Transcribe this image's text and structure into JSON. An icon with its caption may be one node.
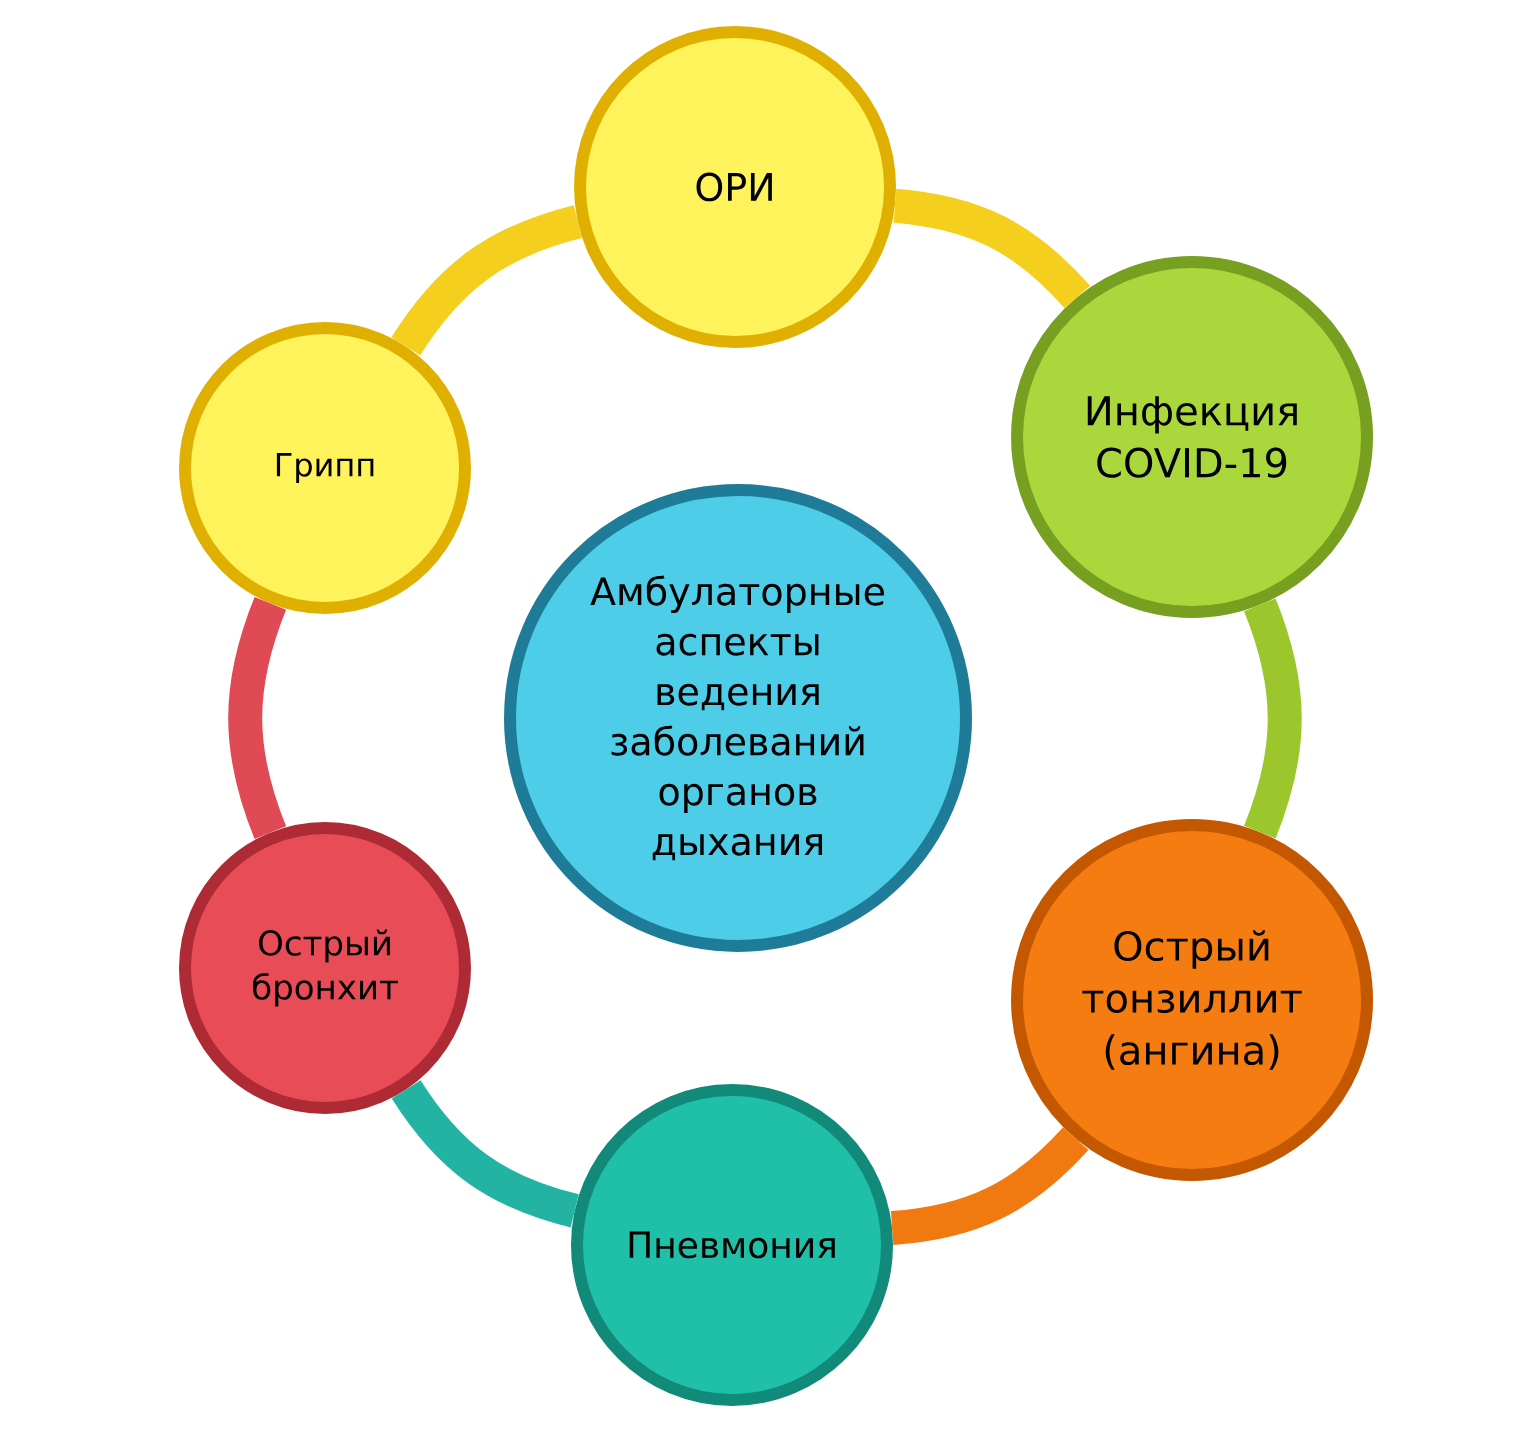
{
  "diagram": {
    "nodes": [
      {
        "text": [
          "Амбулаторные аспекты ведения заболеваний органов дыхания"
        ]
      },
      {
        "text": [
          "ОРИ"
        ]
      },
      {
        "text": [
          "Инфекция COVID-19"
        ]
      },
      {
        "text": [
          "Острый тонзиллит (ангина)"
        ]
      },
      {
        "text": [
          "Пневмония"
        ]
      },
      {
        "text": [
          "Острый бронхит"
        ]
      },
      {
        "text": [
          "Грипп"
        ]
      }
    ],
    "edges": [
      {
        "from": 1,
        "to": 2,
        "arrow": "none",
        "color": "#f5cf1e"
      },
      {
        "from": 2,
        "to": 3,
        "arrow": "none",
        "color": "#9cc72c"
      },
      {
        "from": 3,
        "to": 4,
        "arrow": "none",
        "color": "#f07a10"
      },
      {
        "from": 4,
        "to": 5,
        "arrow": "none",
        "color": "#22b3a2"
      },
      {
        "from": 5,
        "to": 6,
        "arrow": "none",
        "color": "#e04a55"
      },
      {
        "from": 6,
        "to": 1,
        "arrow": "none",
        "color": "#f5cf1e"
      }
    ]
  }
}
